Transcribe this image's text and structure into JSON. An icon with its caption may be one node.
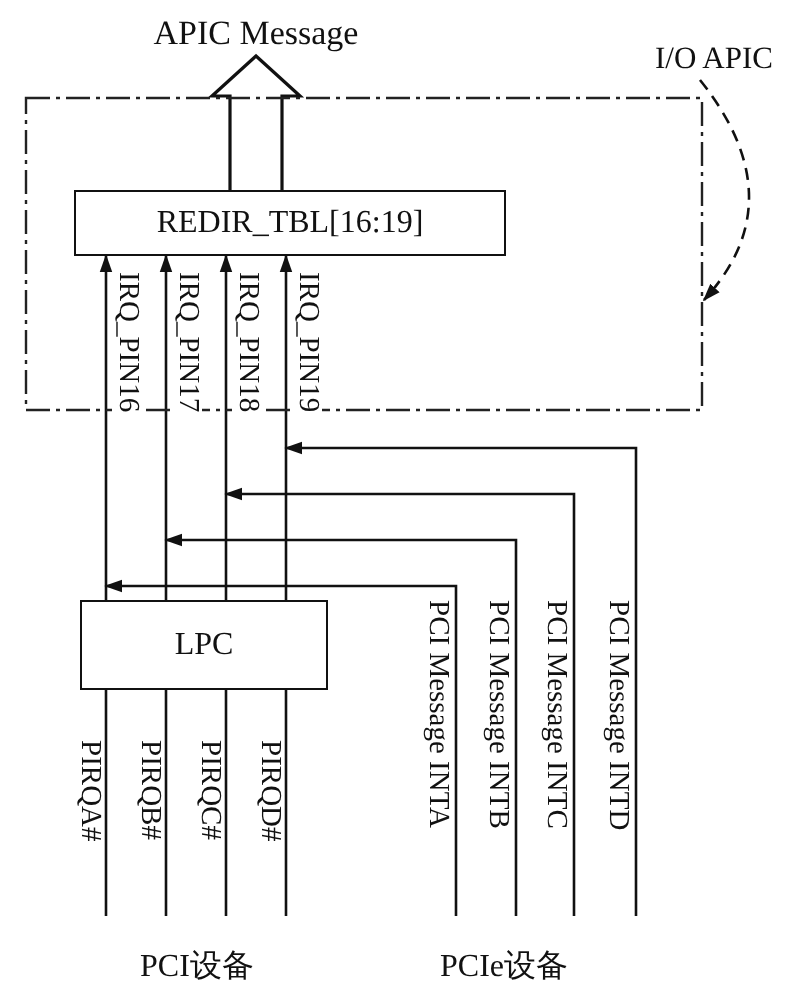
{
  "diagram": {
    "nodes": [
      {
        "text": [
          "APIC Message"
        ]
      },
      {
        "text": [
          "I/O APIC"
        ]
      },
      {
        "text": [],
        "shape": "box"
      },
      {
        "text": [
          "REDIR_TBL[16:19]"
        ],
        "in": 2
      },
      {
        "text": [
          "LPC"
        ]
      }
    ],
    "edges": [
      {
        "from": 3,
        "to": 0,
        "arrow": "to",
        "style": "thick"
      },
      {
        "from": 1,
        "to": 2,
        "arrow": "to",
        "style": "dashed"
      },
      {
        "from": 4,
        "to": 3,
        "arrow": "to",
        "label": "IRQ_PIN16"
      },
      {
        "from": 4,
        "to": 3,
        "arrow": "to",
        "label": "IRQ_PIN17"
      },
      {
        "from": 4,
        "to": 3,
        "arrow": "to",
        "label": "IRQ_PIN18"
      },
      {
        "from": 4,
        "to": 3,
        "arrow": "to",
        "label": "IRQ_PIN19"
      },
      {
        "from": null,
        "to": 4,
        "arrow": "to",
        "label": "PIRQA#"
      },
      {
        "from": null,
        "to": 4,
        "arrow": "to",
        "label": "PIRQB#"
      },
      {
        "from": null,
        "to": 4,
        "arrow": "to",
        "label": "PIRQC#"
      },
      {
        "from": null,
        "to": 4,
        "arrow": "to",
        "label": "PIRQD#"
      },
      {
        "from": null,
        "to": 3,
        "arrow": "to",
        "label": "PCI Message INTA"
      },
      {
        "from": null,
        "to": 3,
        "arrow": "to",
        "label": "PCI Message INTB"
      },
      {
        "from": null,
        "to": 3,
        "arrow": "to",
        "label": "PCI Message INTC"
      },
      {
        "from": null,
        "to": 3,
        "arrow": "to",
        "label": "PCI Message INTD"
      }
    ],
    "labels": [
      "PCI设备",
      "PCIe设备"
    ]
  }
}
